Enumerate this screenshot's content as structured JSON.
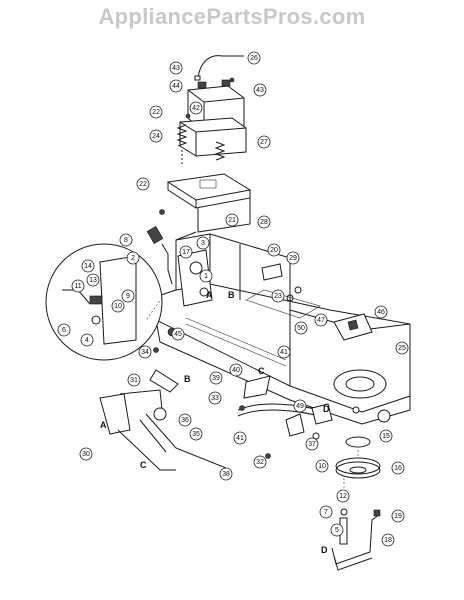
{
  "header": {
    "watermark": "AppliancePartsPros.com"
  },
  "callouts": [
    {
      "id": "c26",
      "label": "26"
    },
    {
      "id": "c43a",
      "label": "43"
    },
    {
      "id": "c43b",
      "label": "43"
    },
    {
      "id": "c44",
      "label": "44"
    },
    {
      "id": "c42",
      "label": "42"
    },
    {
      "id": "c22a",
      "label": "22"
    },
    {
      "id": "c24",
      "label": "24"
    },
    {
      "id": "c27",
      "label": "27"
    },
    {
      "id": "c22b",
      "label": "22"
    },
    {
      "id": "c28",
      "label": "28"
    },
    {
      "id": "c21",
      "label": "21"
    },
    {
      "id": "c8",
      "label": "8"
    },
    {
      "id": "c3",
      "label": "3"
    },
    {
      "id": "c17",
      "label": "17"
    },
    {
      "id": "c2",
      "label": "2"
    },
    {
      "id": "c20",
      "label": "20"
    },
    {
      "id": "c29",
      "label": "29"
    },
    {
      "id": "c1",
      "label": "1"
    },
    {
      "id": "c14",
      "label": "14"
    },
    {
      "id": "c13",
      "label": "13"
    },
    {
      "id": "c11",
      "label": "11"
    },
    {
      "id": "c9",
      "label": "9"
    },
    {
      "id": "c16a",
      "label": "10"
    },
    {
      "id": "c4",
      "label": "4"
    },
    {
      "id": "c6",
      "label": "6"
    },
    {
      "id": "c23",
      "label": "23"
    },
    {
      "id": "c47",
      "label": "47"
    },
    {
      "id": "c46",
      "label": "46"
    },
    {
      "id": "c50",
      "label": "50"
    },
    {
      "id": "c34",
      "label": "34"
    },
    {
      "id": "c45",
      "label": "45"
    },
    {
      "id": "c41a",
      "label": "41"
    },
    {
      "id": "c25",
      "label": "25"
    },
    {
      "id": "c31",
      "label": "31"
    },
    {
      "id": "c40",
      "label": "40"
    },
    {
      "id": "c39",
      "label": "39"
    },
    {
      "id": "c33",
      "label": "33"
    },
    {
      "id": "c41b",
      "label": "41"
    },
    {
      "id": "c49",
      "label": "49"
    },
    {
      "id": "c36",
      "label": "36"
    },
    {
      "id": "c37",
      "label": "37"
    },
    {
      "id": "c35",
      "label": "35"
    },
    {
      "id": "c30",
      "label": "30"
    },
    {
      "id": "c38",
      "label": "38"
    },
    {
      "id": "c32",
      "label": "32"
    },
    {
      "id": "c10",
      "label": "10"
    },
    {
      "id": "c15",
      "label": "15"
    },
    {
      "id": "c16b",
      "label": "16"
    },
    {
      "id": "c12",
      "label": "12"
    },
    {
      "id": "c5",
      "label": "5"
    },
    {
      "id": "c19",
      "label": "19"
    },
    {
      "id": "c18",
      "label": "18"
    },
    {
      "id": "c7",
      "label": "7"
    }
  ],
  "letters": [
    {
      "id": "lA1",
      "label": "A"
    },
    {
      "id": "lB1",
      "label": "B"
    },
    {
      "id": "lC1",
      "label": "C"
    },
    {
      "id": "lB2",
      "label": "B"
    },
    {
      "id": "lA2",
      "label": "A"
    },
    {
      "id": "lC2",
      "label": "C"
    },
    {
      "id": "lD1",
      "label": "D"
    },
    {
      "id": "lD2",
      "label": "D"
    }
  ]
}
